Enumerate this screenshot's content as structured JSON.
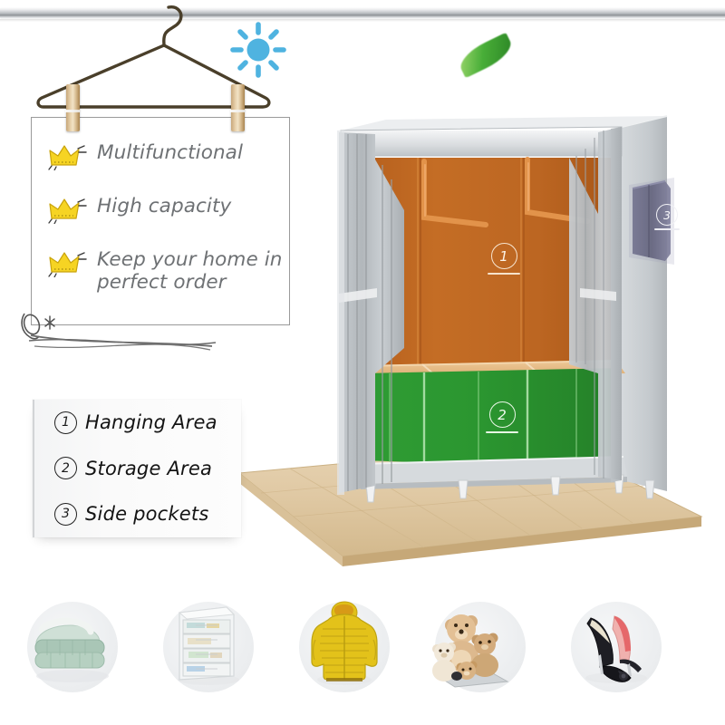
{
  "page": {
    "kind": "product-infographic",
    "background": "#ffffff"
  },
  "decorations": {
    "rail": {
      "name": "clothes-rail"
    },
    "hanger": {
      "name": "wire-hanger",
      "color": "#4a3f2a"
    },
    "sun": {
      "name": "sun-icon",
      "color": "#4fb3e0",
      "rays": 8
    },
    "clothespins": [
      {
        "label": "left-clothespin"
      },
      {
        "label": "right-clothespin"
      }
    ],
    "leaves": [
      {
        "label": "leaf-top",
        "color": "#3faa2e"
      },
      {
        "label": "leaf-bottom",
        "color": "#35a02b"
      },
      {
        "label": "leaf-small",
        "color": "#6fc44c"
      }
    ],
    "doodle": {
      "name": "hand-drawn-scribble"
    }
  },
  "sign": {
    "border_color": "#9a9a9a",
    "text_color": "#6e7174",
    "crown_color": "#f6d423",
    "features": [
      {
        "icon": "crown-icon",
        "text": "Multifunctional"
      },
      {
        "icon": "crown-icon",
        "text": "High capacity"
      },
      {
        "icon": "crown-icon",
        "text": "Keep your home in\nperfect order"
      }
    ]
  },
  "legend": {
    "panel_bg": "#f7f8f9",
    "items": [
      {
        "number": "1",
        "label": "Hanging Area"
      },
      {
        "number": "2",
        "label": "Storage Area"
      },
      {
        "number": "3",
        "label": "Side pockets"
      }
    ]
  },
  "product": {
    "name": "fabric-wardrobe",
    "colors": {
      "frame": "#c9cdd1",
      "curtain": "#b8bdc1",
      "hanging_area": "#c06a22",
      "storage_area": "#2e9b33",
      "shelf": "#e2b681",
      "side_pocket": "#5d5d7a",
      "legs": "#f4f5f6",
      "floor": "#e0cba8"
    },
    "markers": [
      {
        "number": "1",
        "area": "hanging-area-marker"
      },
      {
        "number": "2",
        "area": "storage-area-marker"
      },
      {
        "number": "3",
        "area": "side-pocket-marker"
      }
    ],
    "hanging_rods": 2,
    "legs": 6
  },
  "thumbnails": [
    {
      "name": "folded-blanket-thumbnail",
      "item": "blanket",
      "color": "#a8c7bd"
    },
    {
      "name": "plastic-drawers-thumbnail",
      "item": "storage drawers",
      "color": "#e8ebed"
    },
    {
      "name": "puffer-jacket-thumbnail",
      "item": "jacket",
      "color": "#e3c21a"
    },
    {
      "name": "teddy-bears-thumbnail",
      "item": "toys",
      "color": "#d9b487"
    },
    {
      "name": "high-heels-thumbnail",
      "item": "shoes",
      "color": "#1c1c1c"
    }
  ]
}
